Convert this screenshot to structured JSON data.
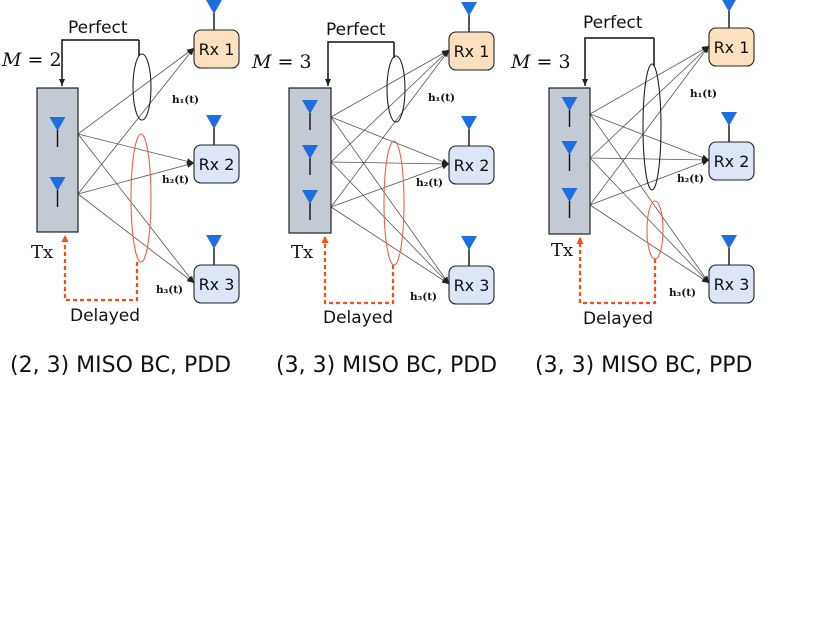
{
  "colors": {
    "tx_fill": "#c3cad3",
    "rx1_fill": "#fbe1bd",
    "rx_fill": "#dde6f7",
    "antenna": "#1d6fe0",
    "delayed_line": "#ff4a12",
    "ellipse_red": "#f0604a",
    "link": "#555555"
  },
  "panels": [
    {
      "m_label": "M = 2",
      "perfect_label": "Perfect",
      "delayed_label": "Delayed",
      "tx_label": "Tx",
      "receivers": [
        "Rx 1",
        "Rx 2",
        "Rx 3"
      ],
      "channels": [
        "h₁(t)",
        "h₂(t)",
        "h₃(t)"
      ],
      "caption": "(2, 3) MISO BC, PDD"
    },
    {
      "m_label": "M = 3",
      "perfect_label": "Perfect",
      "delayed_label": "Delayed",
      "tx_label": "Tx",
      "receivers": [
        "Rx 1",
        "Rx 2",
        "Rx 3"
      ],
      "channels": [
        "h₁(t)",
        "h₂(t)",
        "h₃(t)"
      ],
      "caption": "(3, 3) MISO BC, PDD"
    },
    {
      "m_label": "M = 3",
      "perfect_label": "Perfect",
      "delayed_label": "Delayed",
      "tx_label": "Tx",
      "receivers": [
        "Rx 1",
        "Rx 2",
        "Rx 3"
      ],
      "channels": [
        "h₁(t)",
        "h₂(t)",
        "h₃(t)"
      ],
      "caption": "(3, 3) MISO BC, PPD"
    }
  ]
}
